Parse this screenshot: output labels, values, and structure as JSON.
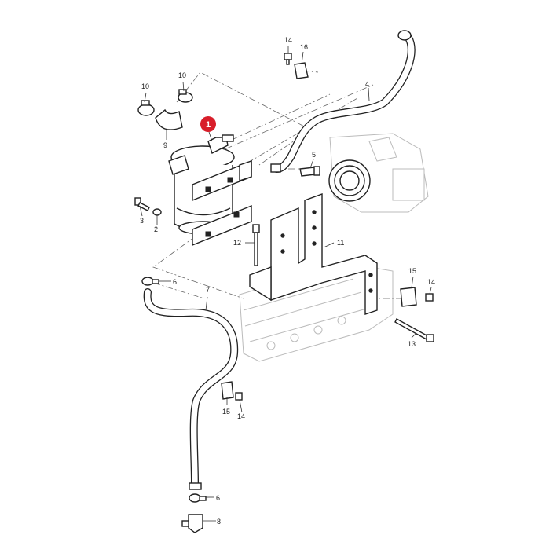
{
  "callout": {
    "number": "1",
    "color": "#d81e2a"
  },
  "labels": [
    {
      "key": "14a",
      "text": "14"
    },
    {
      "key": "16",
      "text": "16"
    },
    {
      "key": "10a",
      "text": "10"
    },
    {
      "key": "10b",
      "text": "10"
    },
    {
      "key": "4",
      "text": "4"
    },
    {
      "key": "9",
      "text": "9"
    },
    {
      "key": "5",
      "text": "5"
    },
    {
      "key": "3",
      "text": "3"
    },
    {
      "key": "2",
      "text": "2"
    },
    {
      "key": "12",
      "text": "12"
    },
    {
      "key": "11",
      "text": "11"
    },
    {
      "key": "6a",
      "text": "6"
    },
    {
      "key": "7",
      "text": "7"
    },
    {
      "key": "15a",
      "text": "15"
    },
    {
      "key": "14b",
      "text": "14"
    },
    {
      "key": "13",
      "text": "13"
    },
    {
      "key": "15b",
      "text": "15"
    },
    {
      "key": "14c",
      "text": "14"
    },
    {
      "key": "6b",
      "text": "6"
    },
    {
      "key": "8",
      "text": "8"
    }
  ]
}
